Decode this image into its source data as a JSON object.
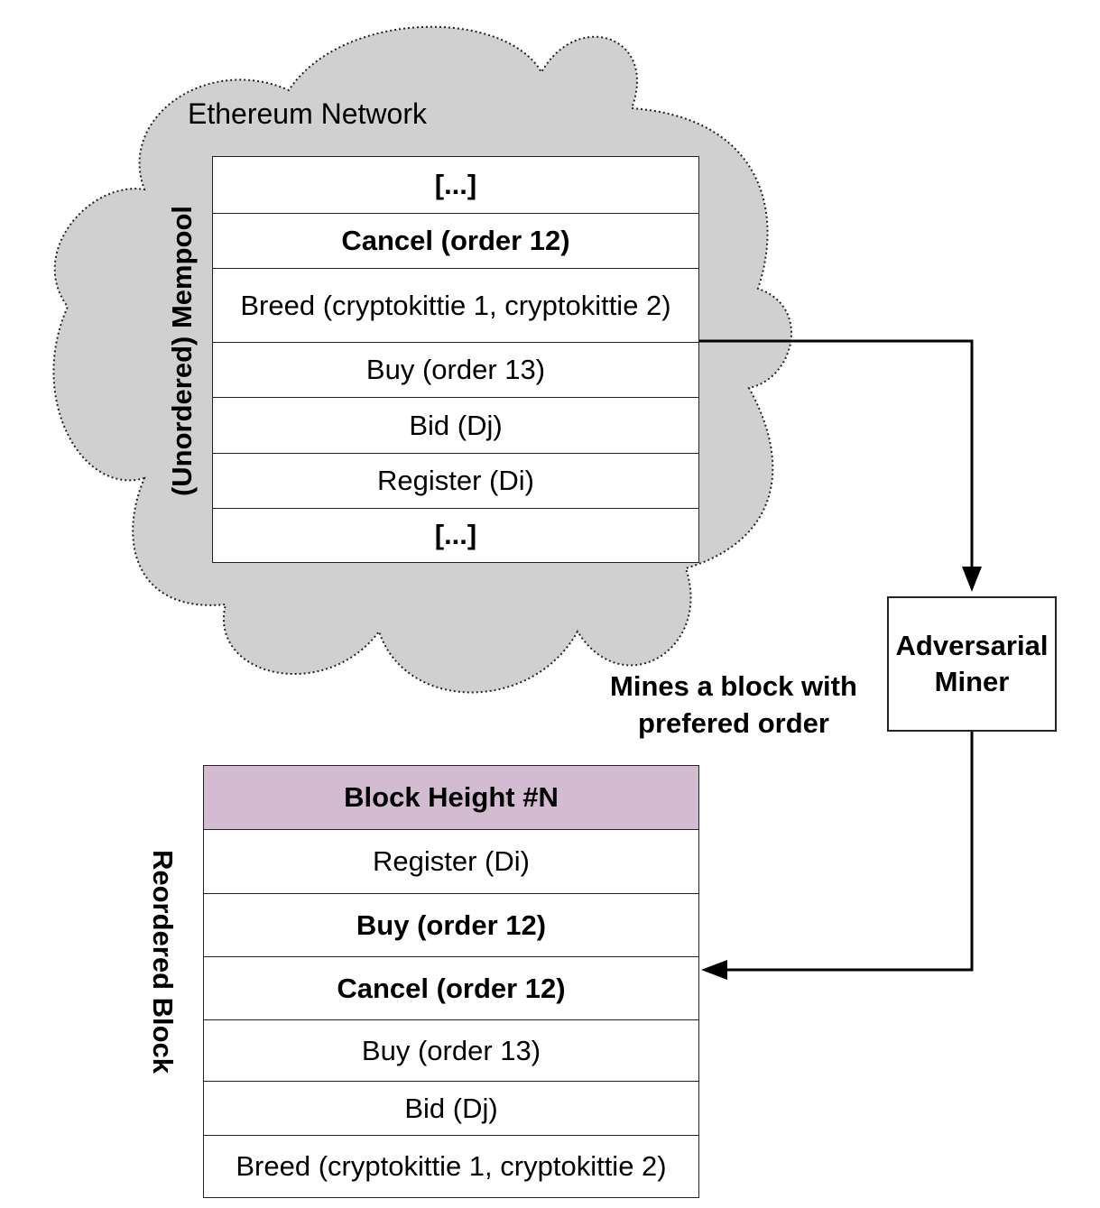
{
  "network": {
    "title": "Ethereum Network",
    "mempool_label": "(Unordered) Mempool",
    "mempool_rows": [
      {
        "text": "[...]",
        "bold": true
      },
      {
        "text": "Cancel (order 12)",
        "bold": true
      },
      {
        "text": "Breed (cryptokittie 1, cryptokittie 2)",
        "bold": false
      },
      {
        "text": "Buy (order 13)",
        "bold": false
      },
      {
        "text": "Bid (Dj)",
        "bold": false
      },
      {
        "text": "Register (Di)",
        "bold": false
      },
      {
        "text": "[...]",
        "bold": true
      }
    ]
  },
  "miner": {
    "line1": "Adversarial",
    "line2": "Miner",
    "action_line1": "Mines a block with",
    "action_line2": "prefered order"
  },
  "block": {
    "side_label": "Reordered Block",
    "header": "Block Height #N",
    "rows": [
      {
        "text": "Register (Di)",
        "bold": false
      },
      {
        "text": "Buy (order 12)",
        "bold": true
      },
      {
        "text": "Cancel (order 12)",
        "bold": true
      },
      {
        "text": "Buy (order 13)",
        "bold": false
      },
      {
        "text": "Bid (Dj)",
        "bold": false
      },
      {
        "text": "Breed (cryptokittie 1, cryptokittie 2)",
        "bold": false
      }
    ]
  },
  "colors": {
    "cloud_fill": "#d0d0d0",
    "block_header_fill": "#d3bcd1",
    "line": "#000000"
  }
}
